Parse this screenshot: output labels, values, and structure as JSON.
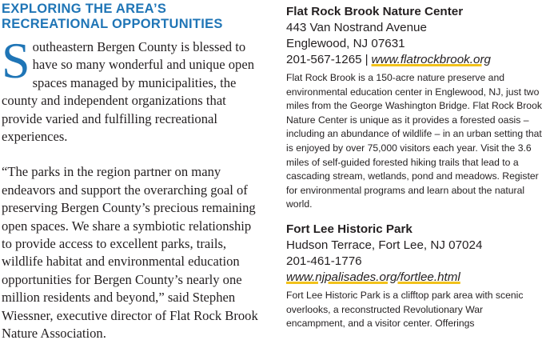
{
  "left": {
    "heading_line1": "EXPLORING THE AREA’S",
    "heading_line2": "RECREATIONAL OPPORTUNITIES",
    "dropcap": "S",
    "intro_text": "outheastern Bergen County is blessed to have so many wonderful and unique open spaces managed by municipalities, the county and independent organizations that provide varied and fulfilling recreational experiences.",
    "quote_text": "“The parks in the region partner on many endeavors and support the overarching goal of preserving Bergen County’s precious remaining open spaces. We share a symbiotic relationship to provide access to excellent parks, trails, wildlife habitat and environmental education opportunities for Bergen County’s nearly one million residents and beyond,” said Stephen Wiessner, executive director of Flat Rock Brook Nature Association."
  },
  "venues": [
    {
      "name": "Flat Rock Brook Nature Center",
      "address1": "443 Van Nostrand Avenue",
      "address2": "Englewood, NJ 07631",
      "phone": "201-567-1265",
      "separator": "|",
      "url": "www.flatrockbrook.org",
      "description": "Flat Rock Brook is a 150-acre nature preserve and environmental education center in Englewood, NJ, just two miles from the George Washington Bridge. Flat Rock Brook Nature Center is unique as it provides a forested oasis – including an abundance of wildlife – in an urban setting that is enjoyed by over 75,000 visitors each year. Visit the 3.6 miles of self-guided forested hiking trails that lead to a cascading stream, wetlands, pond and meadows. Register for environmental programs and learn about the natural world."
    },
    {
      "name": "Fort Lee Historic Park",
      "address1": "Hudson Terrace, Fort Lee, NJ 07024",
      "phone": "201-461-1776",
      "url": "www.njpalisades.org/fortlee.html",
      "description": "Fort Lee Historic Park is a clifftop park area with scenic overlooks, a reconstructed Revolutionary War encampment, and a visitor center. Offerings"
    }
  ],
  "colors": {
    "heading": "#1f75b6",
    "dropcap": "#1f75b6",
    "link_underline": "#f2c21b",
    "text": "#231f20"
  }
}
